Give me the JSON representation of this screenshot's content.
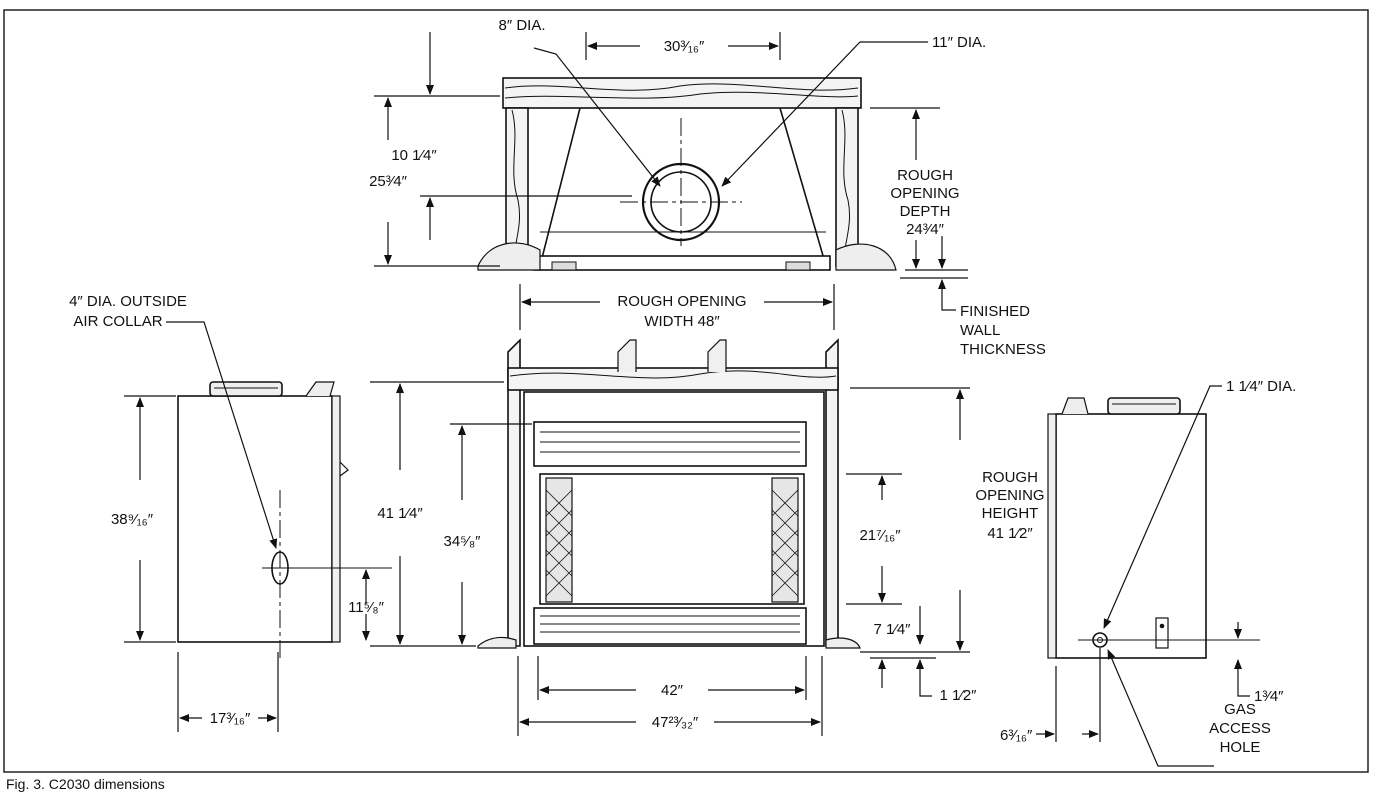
{
  "labels": {
    "top_pipe_inner_dia": "8″ DIA.",
    "top_pipe_outer_dia": "11″ DIA.",
    "top_width": "30³⁄₁₆″",
    "top_depth_1": "10 1⁄4″",
    "top_depth_2": "25³⁄4″",
    "rough_opening_depth_line1": "ROUGH",
    "rough_opening_depth_line2": "OPENING",
    "rough_opening_depth_line3": "DEPTH",
    "rough_opening_depth_value": "24³⁄4″",
    "rough_opening_width_line1": "ROUGH OPENING",
    "rough_opening_width_line2": "WIDTH 48″",
    "finished_wall_line1": "FINISHED",
    "finished_wall_line2": "WALL",
    "finished_wall_line3": "THICKNESS",
    "outside_air_line1": "4″ DIA. OUTSIDE",
    "outside_air_line2": "AIR COLLAR",
    "left_height": "38⁹⁄₁₆″",
    "left_collar_height": "11⁵⁄₈″",
    "left_collar_offset": "17³⁄₁₆″",
    "front_height_total": "41 1⁄4″",
    "front_height_louver": "34⁵⁄₈″",
    "front_opening_height": "21⁷⁄₁₆″",
    "front_bottom_1": "7 1⁄4″",
    "front_bottom_2": "1 1⁄2″",
    "front_width_inner": "42″",
    "front_width_outer": "47²³⁄₃₂″",
    "rough_opening_height_line1": "ROUGH",
    "rough_opening_height_line2": "OPENING",
    "rough_opening_height_line3": "HEIGHT",
    "rough_opening_height_value": "41 1⁄2″",
    "right_gas_dia": "1 1⁄4″ DIA.",
    "right_gas_height": "1³⁄4″",
    "right_gas_offset": "6³⁄₁₆″",
    "gas_access_line1": "GAS",
    "gas_access_line2": "ACCESS",
    "gas_access_line3": "HOLE",
    "caption": "Fig. 3. C2030 dimensions"
  }
}
